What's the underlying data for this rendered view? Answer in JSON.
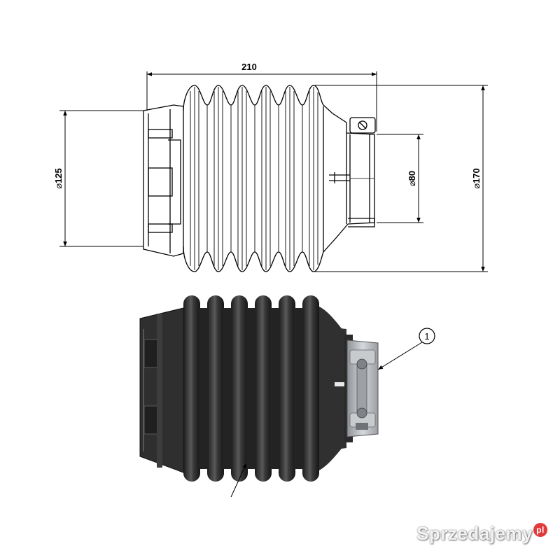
{
  "dimensions": {
    "length": "210",
    "diameter_large": "125",
    "diameter_small": "80",
    "diameter_outer": "170",
    "diameter_symbol": "⌀"
  },
  "callout": {
    "number": "1"
  },
  "colors": {
    "boot_dark": "#2a2a2a",
    "boot_mid": "#4a4a4a",
    "clamp": "#b9bcc0",
    "line": "#000000"
  },
  "watermark": {
    "brand": "Sprzedajemy",
    "tld": "pl"
  }
}
